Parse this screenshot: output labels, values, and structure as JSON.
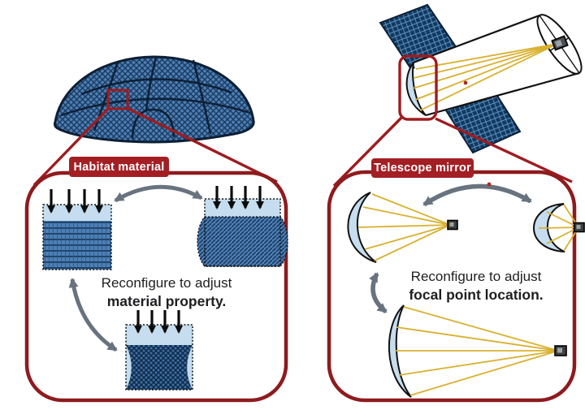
{
  "figure": {
    "left": {
      "label": "Habitat material",
      "caption_line1": "Reconfigure to adjust",
      "caption_line2": "material property."
    },
    "right": {
      "label": "Telescope mirror",
      "caption_line1": "Reconfigure to adjust",
      "caption_line2": "focal point location."
    }
  },
  "colors": {
    "callout_red": "#9e1c20",
    "label_background": "#a31f24",
    "panel_border": "#8e1b1e",
    "structure_blue": "#4d7fb5",
    "solar_navy": "#12395f",
    "light_blue": "#c5ddef",
    "ray_yellow": "#d9b02e",
    "arrow_gray": "#68737f",
    "text": "#1f1f22"
  }
}
